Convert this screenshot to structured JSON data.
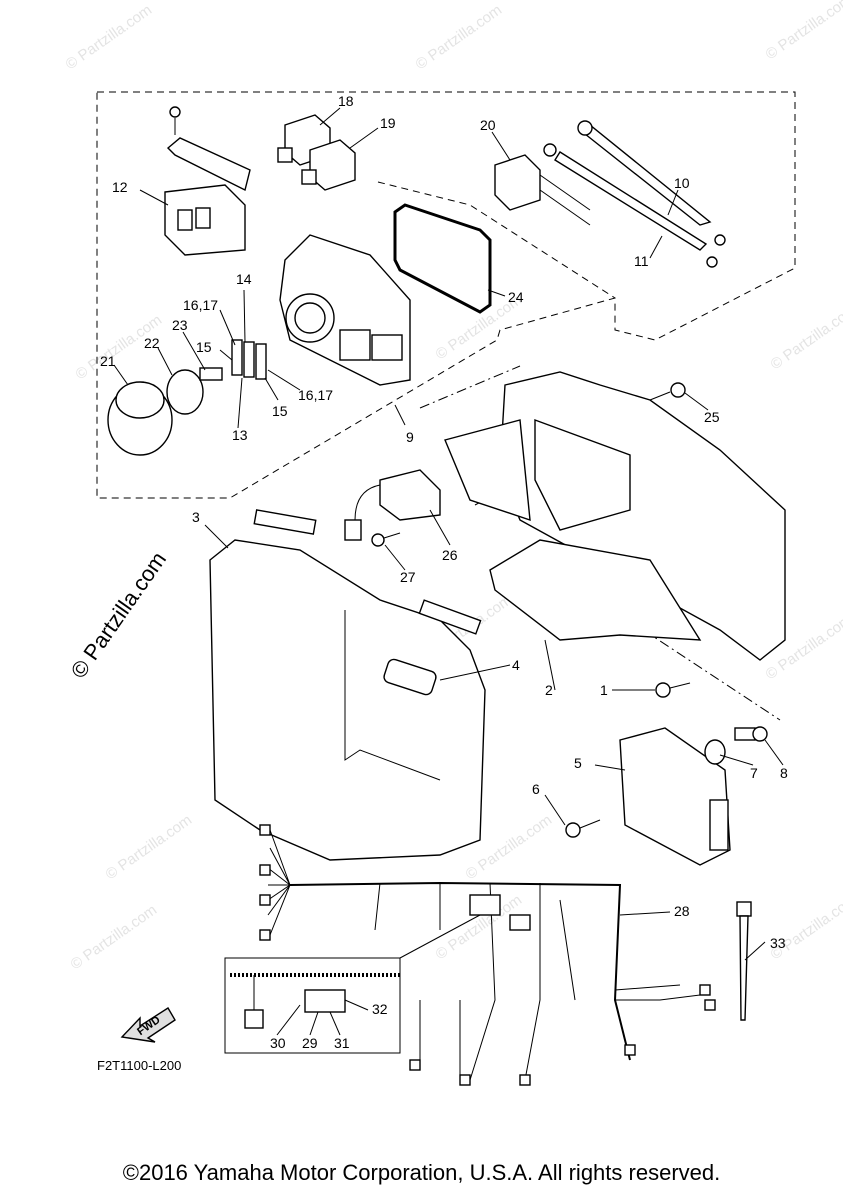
{
  "watermark": "© Partzilla.com",
  "drawing_code": "F2T1100-L200",
  "fwd_label": "FWD",
  "copyright": "©2016 Yamaha Motor Corporation, U.S.A. All rights reserved.",
  "callouts": [
    "1",
    "2",
    "3",
    "4",
    "5",
    "6",
    "7",
    "8",
    "9",
    "10",
    "11",
    "12",
    "13",
    "14",
    "15",
    "15",
    "16,17",
    "16,17",
    "18",
    "19",
    "20",
    "21",
    "22",
    "23",
    "24",
    "25",
    "26",
    "27",
    "28",
    "29",
    "30",
    "31",
    "32",
    "33"
  ]
}
